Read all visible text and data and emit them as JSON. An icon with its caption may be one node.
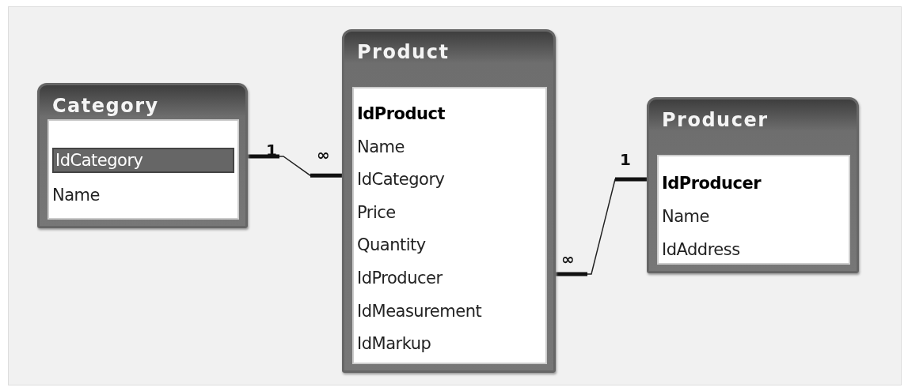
{
  "diagram": {
    "nodes": [
      {
        "text": [
          "Category",
          "IdCategory",
          "Name"
        ]
      },
      {
        "text": [
          "Product",
          "IdProduct",
          "Name",
          "IdCategory",
          "Price",
          "Quantity",
          "IdProducer",
          "IdMeasurement",
          "IdMarkup"
        ]
      },
      {
        "text": [
          "Producer",
          "IdProducer",
          "Name",
          "IdAddress"
        ]
      }
    ],
    "edges": [
      {
        "from": 0,
        "to": 1,
        "arrow": "other"
      },
      {
        "from": 1,
        "to": 2,
        "arrow": "other"
      }
    ],
    "labels": [
      "1",
      "∞",
      "∞",
      "1"
    ]
  }
}
